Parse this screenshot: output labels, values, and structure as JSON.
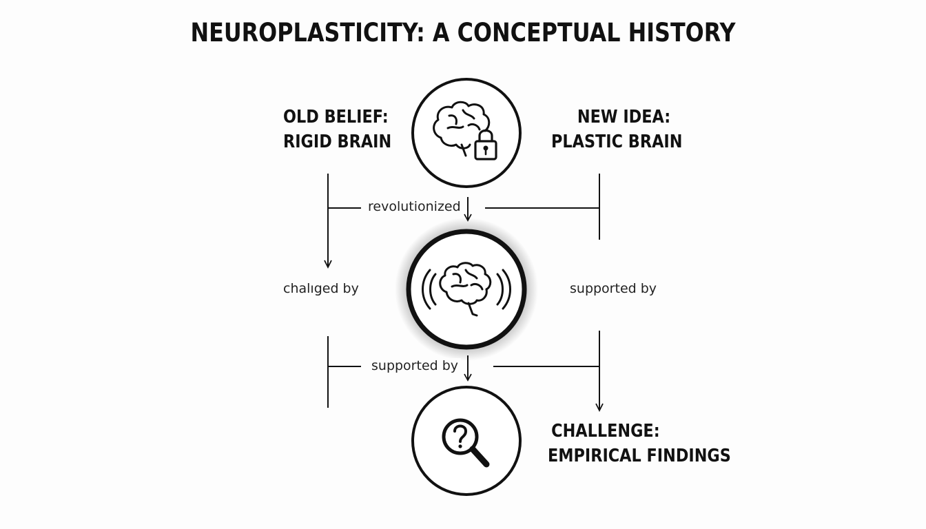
{
  "title": "NEUROPLASTICITY: A CONCEPTUAL HISTORY",
  "nodes": {
    "old_belief": {
      "line1": "OLD BELIEF:",
      "line2": "RIGID BRAIN",
      "icon": "brain-lock-icon"
    },
    "new_idea": {
      "line1": "NEW IDEA:",
      "line2": "PLASTIC BRAIN",
      "icon": "brain-waves-icon"
    },
    "challenge": {
      "line1": "CHALLENGE:",
      "line2": "EMPIRICAL FINDINGS",
      "icon": "magnifier-question-icon"
    }
  },
  "edges": {
    "revolutionized": "revolutionized",
    "challenged_by": "chalıged by",
    "supported_by_right": "supported by",
    "supported_by_bottom": "supported by"
  },
  "colors": {
    "ink": "#111111",
    "background": "#fdfdfd"
  }
}
